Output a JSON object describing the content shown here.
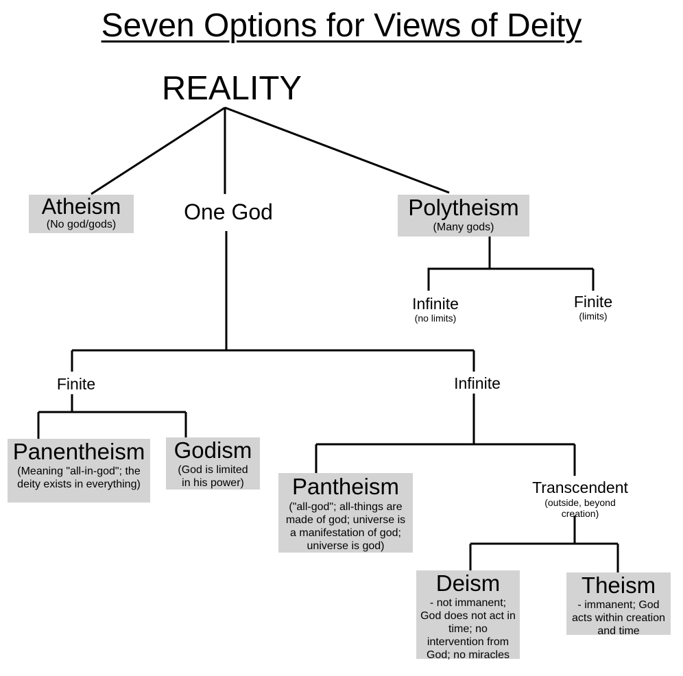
{
  "title": "Seven Options for Views of Deity",
  "root": "REALITY",
  "nodes": {
    "atheism": {
      "name": "Atheism",
      "desc": "(No god/gods)"
    },
    "one_god": {
      "name": "One God"
    },
    "polytheism": {
      "name": "Polytheism",
      "desc": "(Many gods)"
    },
    "poly_infinite": {
      "name": "Infinite",
      "desc": "(no limits)"
    },
    "poly_finite": {
      "name": "Finite",
      "desc": "(limits)"
    },
    "finite": {
      "name": "Finite"
    },
    "infinite": {
      "name": "Infinite"
    },
    "panentheism": {
      "name": "Panentheism",
      "desc": "(Meaning \"all-in-god\"; the deity exists in everything)"
    },
    "godism": {
      "name": "Godism",
      "desc": "(God is limited in his power)"
    },
    "pantheism": {
      "name": "Pantheism",
      "desc": "(\"all-god\"; all-things are made of god; universe is a manifestation of god; universe is god)"
    },
    "transcendent": {
      "name": "Transcendent",
      "desc": "(outside, beyond creation)"
    },
    "deism": {
      "name": "Deism",
      "desc": "- not immanent; God does not act in time; no intervention from God; no miracles"
    },
    "theism": {
      "name": "Theism",
      "desc": "- immanent; God acts within creation and time"
    }
  },
  "colors": {
    "box": "#d3d3d3",
    "line": "#000000"
  }
}
